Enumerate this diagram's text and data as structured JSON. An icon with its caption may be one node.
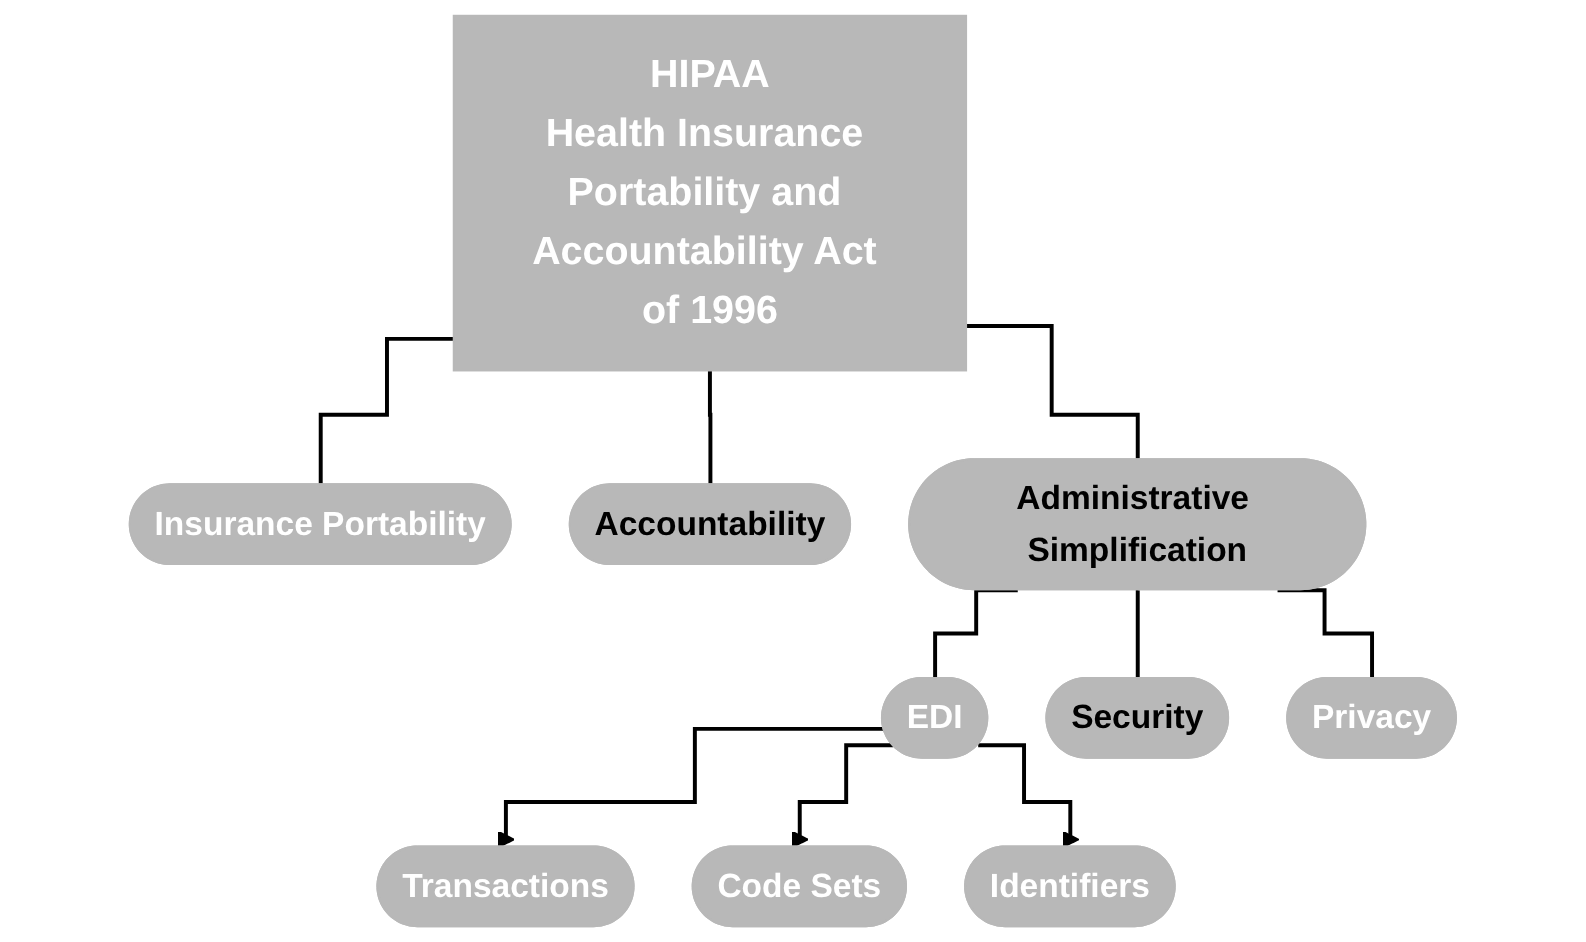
{
  "diagram": {
    "nodes": [
      {
        "text": [
          "HIPAA",
          "Health Insurance Portability and Accountability Act of 1996"
        ]
      },
      {
        "text": [
          "Insurance Portability"
        ]
      },
      {
        "text": [
          "Accountability"
        ]
      },
      {
        "text": [
          "Administrative Simplification"
        ]
      },
      {
        "text": [
          "EDI"
        ]
      },
      {
        "text": [
          "Security"
        ]
      },
      {
        "text": [
          "Privacy"
        ]
      },
      {
        "text": [
          "Transactions"
        ]
      },
      {
        "text": [
          "Code Sets"
        ]
      },
      {
        "text": [
          "Identifiers"
        ]
      }
    ],
    "edges": [
      {
        "from": 0,
        "to": 1,
        "arrow": "none"
      },
      {
        "from": 0,
        "to": 2,
        "arrow": "none"
      },
      {
        "from": 0,
        "to": 3,
        "arrow": "none"
      },
      {
        "from": 3,
        "to": 4,
        "arrow": "none"
      },
      {
        "from": 3,
        "to": 5,
        "arrow": "none"
      },
      {
        "from": 3,
        "to": 6,
        "arrow": "none"
      },
      {
        "from": 4,
        "to": 7,
        "arrow": "to"
      },
      {
        "from": 4,
        "to": 8,
        "arrow": "to"
      },
      {
        "from": 4,
        "to": 9,
        "arrow": "to"
      }
    ]
  }
}
